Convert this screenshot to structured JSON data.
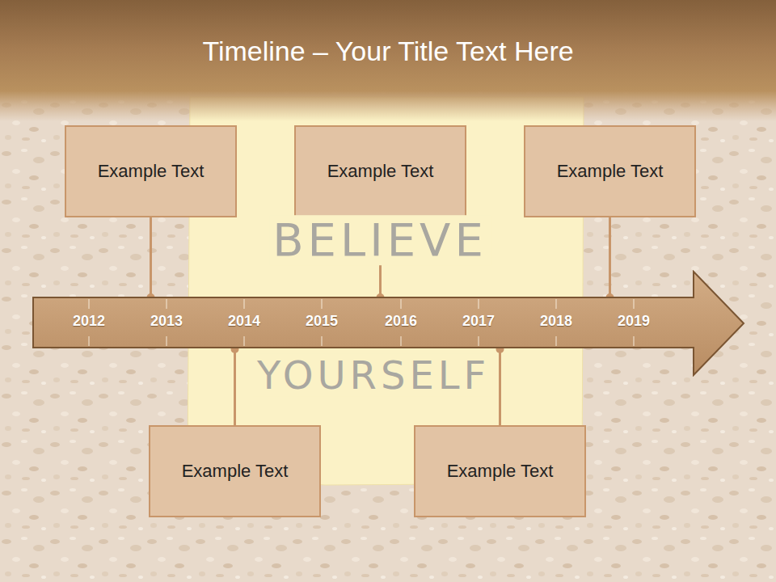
{
  "diagram": {
    "title": "Timeline – Your Title Text Here",
    "nodes": [
      {
        "text": [
          "Example Text"
        ]
      },
      {
        "text": [
          "Example Text"
        ]
      },
      {
        "text": [
          "Example Text"
        ]
      },
      {
        "text": [
          "2012",
          "2013",
          "2014",
          "2015",
          "2016",
          "2017",
          "2018",
          "2019"
        ]
      },
      {
        "text": [
          "Example Text"
        ]
      },
      {
        "text": [
          "Example Text"
        ]
      }
    ],
    "edges": [
      {
        "from": 0,
        "to": 3,
        "arrow": "none"
      },
      {
        "from": 1,
        "to": 3,
        "arrow": "none"
      },
      {
        "from": 2,
        "to": 3,
        "arrow": "none"
      },
      {
        "from": 4,
        "to": 3,
        "arrow": "none"
      },
      {
        "from": 5,
        "to": 3,
        "arrow": "none"
      }
    ],
    "labels": [
      "BELIEVE",
      "YOURSELF"
    ]
  }
}
